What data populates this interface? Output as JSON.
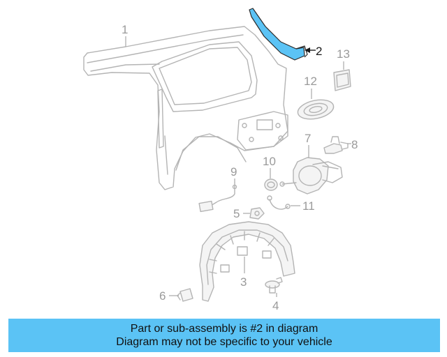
{
  "banner": {
    "line1": "Part or sub-assembly is #2 in diagram",
    "line2": "Diagram may not be specific to your vehicle"
  },
  "colors": {
    "highlight": "#5bc3f5",
    "part_line": "#b4b4b4",
    "callout_text": "#9a9a9a"
  },
  "callouts": {
    "c1": "1",
    "c2": "2",
    "c3": "3",
    "c4": "4",
    "c5": "5",
    "c6": "6",
    "c7": "7",
    "c8": "8",
    "c9": "9",
    "c10": "10",
    "c11": "11",
    "c12": "12",
    "c13": "13"
  }
}
